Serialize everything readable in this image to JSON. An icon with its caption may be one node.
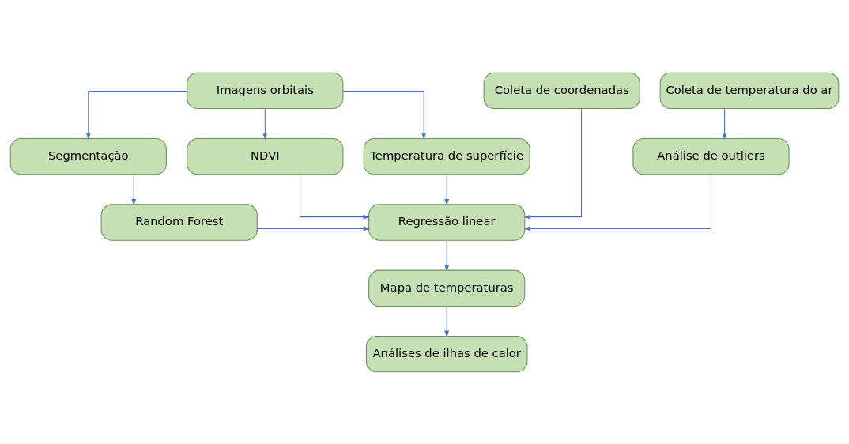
{
  "diagram": {
    "nodes": [
      {
        "text": [
          "Coleta de temperatura do ar"
        ]
      },
      {
        "text": [
          "Coleta de coordenadas"
        ]
      },
      {
        "text": [
          "Imagens orbitais"
        ]
      },
      {
        "text": [
          "Análise de outliers"
        ]
      },
      {
        "text": [
          "Temperatura de superfície"
        ]
      },
      {
        "text": [
          "NDVI"
        ]
      },
      {
        "text": [
          "Segmentação"
        ]
      },
      {
        "text": [
          "Regressão linear"
        ]
      },
      {
        "text": [
          "Random Forest"
        ]
      },
      {
        "text": [
          "Mapa de temperaturas"
        ]
      },
      {
        "text": [
          "Análises de ilhas de calor"
        ]
      }
    ],
    "edges": [
      {
        "from": 0,
        "to": 3,
        "arrow": "to"
      },
      {
        "from": 3,
        "to": 7,
        "arrow": "to"
      },
      {
        "from": 1,
        "to": 7,
        "arrow": "to"
      },
      {
        "from": 2,
        "to": 4,
        "arrow": "to"
      },
      {
        "from": 2,
        "to": 5,
        "arrow": "to"
      },
      {
        "from": 2,
        "to": 6,
        "arrow": "to"
      },
      {
        "from": 6,
        "to": 8,
        "arrow": "to"
      },
      {
        "from": 4,
        "to": 7,
        "arrow": "to"
      },
      {
        "from": 5,
        "to": 7,
        "arrow": "to"
      },
      {
        "from": 8,
        "to": 7,
        "arrow": "to"
      },
      {
        "from": 7,
        "to": 9,
        "arrow": "to"
      },
      {
        "from": 9,
        "to": 10,
        "arrow": "to"
      }
    ]
  }
}
